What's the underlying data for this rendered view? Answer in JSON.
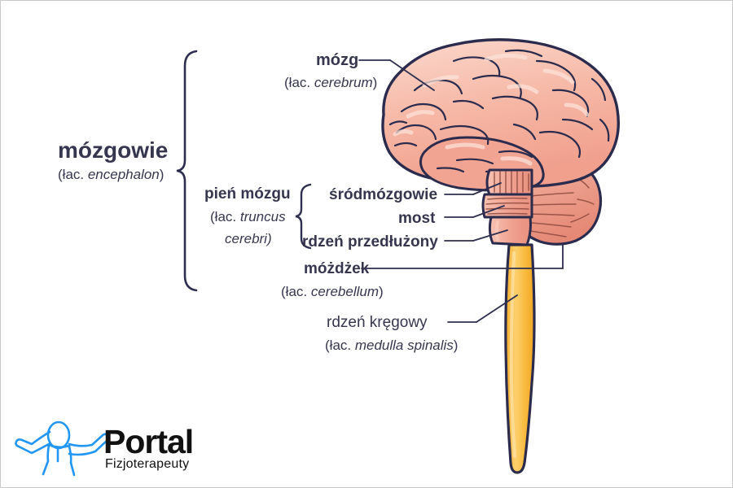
{
  "figure": {
    "title": "mózgowie (encephalon) anatomical diagram",
    "background_color": "#ffffff",
    "border_color": "#c9c9c9",
    "text_color": "#36364f",
    "line_color": "#2e2e4f"
  },
  "colors": {
    "cerebrum_fill": "#f3a795",
    "cerebrum_light": "#f8c6b6",
    "cerebrum_highlight": "#fbd9cd",
    "cerebellum_fill": "#e8917f",
    "brainstem_fill": "#ef9e8d",
    "outline": "#2b2b4d",
    "spinal_cord": "#f8b93a",
    "spinal_cord_light": "#fcd06e",
    "logo_blue": "#2196f3",
    "logo_black": "#111111"
  },
  "labels": {
    "encephalon": {
      "name": "mózgowie",
      "latin": "(łac. encephalon)"
    },
    "cerebrum": {
      "name": "mózg",
      "latin": "(łac. cerebrum)"
    },
    "brainstem": {
      "name": "pień mózgu",
      "latin_line1": "(łac. truncus",
      "latin_line2": "cerebri)"
    },
    "midbrain": {
      "name": "śródmózgowie"
    },
    "pons": {
      "name": "most"
    },
    "medulla": {
      "name": "rdzeń przedłużony"
    },
    "cerebellum": {
      "name": "móżdżek",
      "latin": "(łac. cerebellum)"
    },
    "spinal_cord": {
      "name": "rdzeń kręgowy",
      "latin": "(łac. medulla spinalis)"
    }
  },
  "logo": {
    "brand": "Portal",
    "tagline": "Fizjoterapeuty",
    "figure_icon": "person-arms-raised-icon"
  }
}
